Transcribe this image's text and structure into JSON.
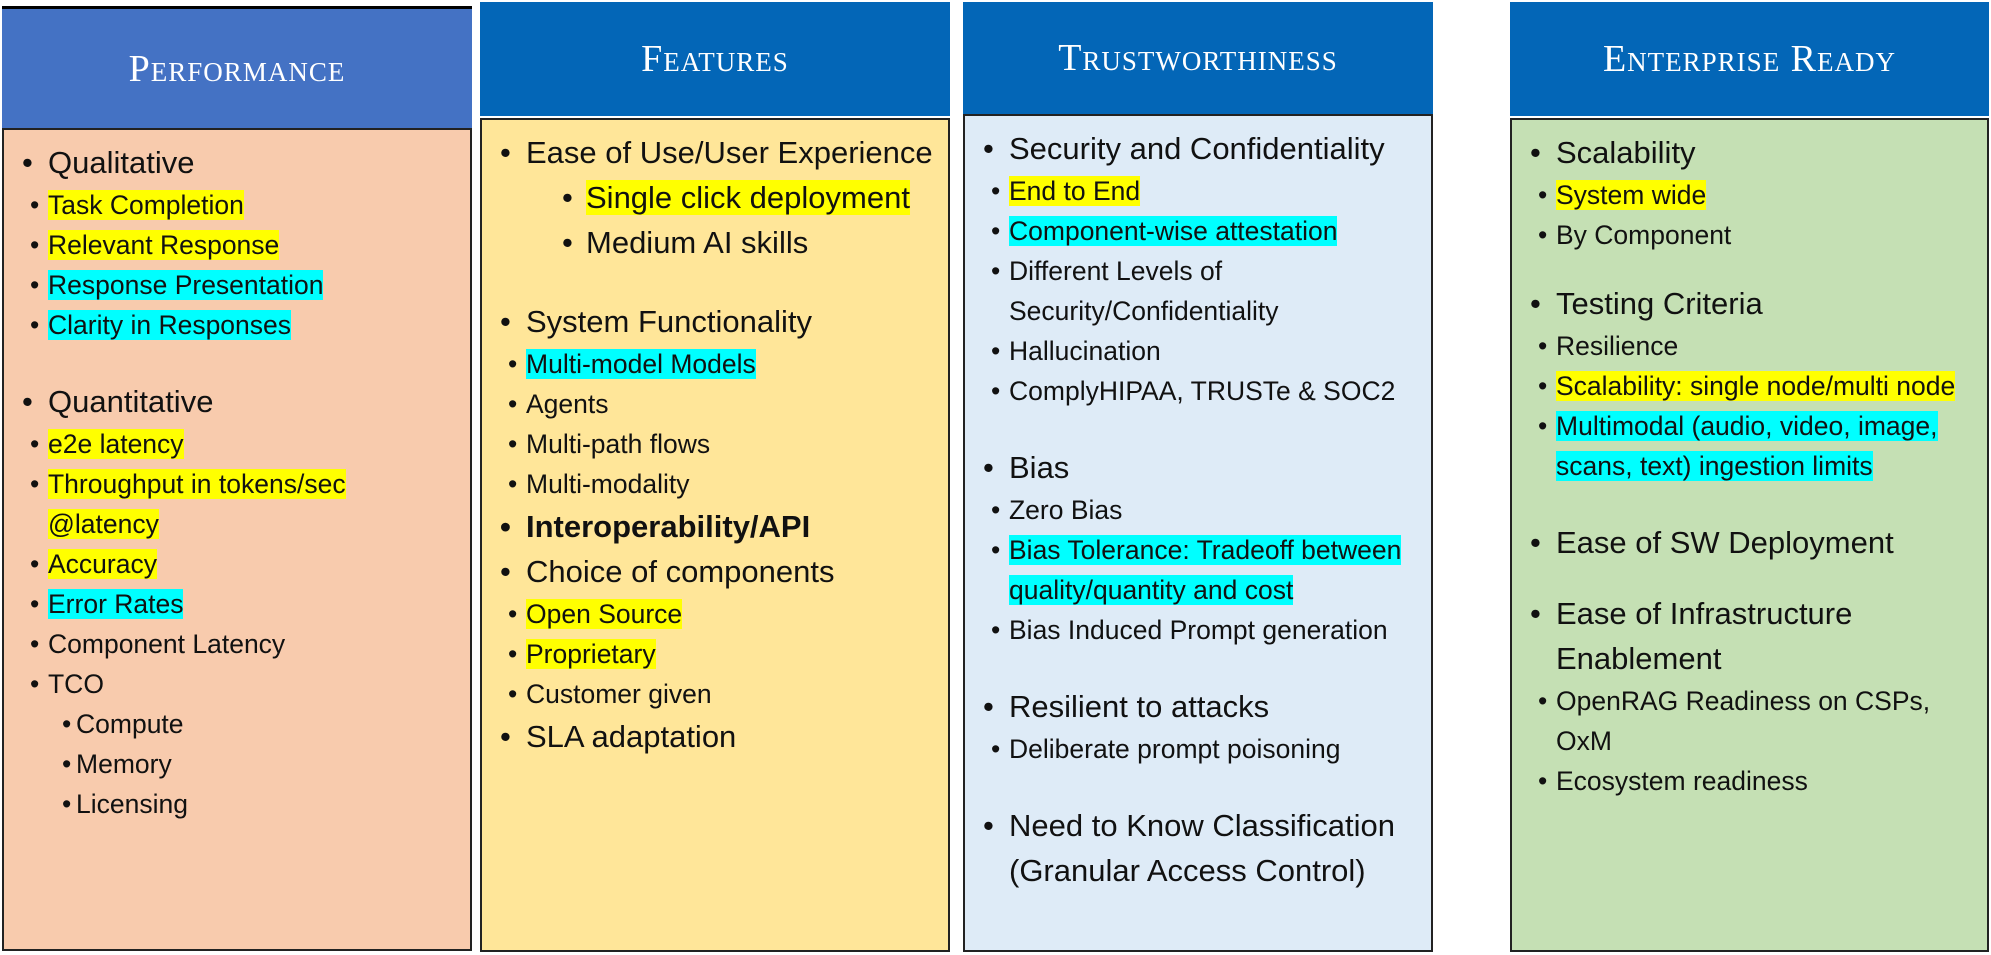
{
  "columns": [
    {
      "title": "Performance",
      "sections": [
        {
          "label": "Qualitative",
          "items": [
            {
              "text": "Task Completion",
              "hl": "yellow"
            },
            {
              "text": " Relevant Response",
              "hl": "yellow"
            },
            {
              "text": "Response  Presentation",
              "hl": "cyan"
            },
            {
              "text": "Clarity in Responses",
              "hl": "cyan"
            }
          ]
        },
        {
          "label": "Quantitative",
          "items": [
            {
              "text": "e2e latency",
              "hl": "yellow"
            },
            {
              "text": "Throughput in tokens/sec @latency",
              "hl": "yellow"
            },
            {
              "text": "Accuracy",
              "hl": "yellow"
            },
            {
              "text": "Error Rates",
              "hl": "cyan"
            },
            {
              "text": "Component  Latency",
              "hl": ""
            },
            {
              "text": "TCO",
              "hl": ""
            }
          ],
          "subitems": [
            "Compute",
            "Memory",
            "Licensing"
          ]
        }
      ]
    },
    {
      "title": "Features",
      "ease_label": "Ease of Use/User Experience",
      "ease_items": [
        {
          "text": "Single click deployment",
          "hl": "yellow"
        },
        {
          "text": "Medium AI skills",
          "hl": ""
        }
      ],
      "sysfunc_label": "System Functionality",
      "sysfunc_items": [
        {
          "text": "Multi-model Models",
          "hl": "cyan"
        },
        {
          "text": "Agents",
          "hl": ""
        },
        {
          "text": "Multi-path flows",
          "hl": ""
        },
        {
          "text": "Multi-modality",
          "hl": ""
        }
      ],
      "interop_label": "Interoperability/API",
      "choice_label": "Choice of components",
      "choice_items": [
        {
          "text": "Open Source",
          "hl": "yellow"
        },
        {
          "text": "Proprietary",
          "hl": "yellow"
        },
        {
          "text": "Customer given",
          "hl": ""
        }
      ],
      "sla_label": "SLA adaptation"
    },
    {
      "title": "Trustworthiness",
      "sections": [
        {
          "label": "Security and Confidentiality",
          "items": [
            {
              "text": "End to End",
              "hl": "yellow"
            },
            {
              "text": "Component-wise  attestation",
              "hl": "cyan"
            },
            {
              "text": "Different Levels of Security/Confidentiality",
              "hl": ""
            },
            {
              "text": "Hallucination",
              "hl": ""
            },
            {
              "text": "ComplyHIPAA, TRUSTe & SOC2",
              "hl": ""
            }
          ]
        },
        {
          "label": "Bias",
          "items": [
            {
              "text": "Zero Bias",
              "hl": ""
            },
            {
              "text": " Bias Tolerance:  Tradeoff between quality/quantity and cost",
              "hl": "cyan"
            },
            {
              "text": "Bias Induced Prompt  generation",
              "hl": ""
            }
          ]
        },
        {
          "label": "Resilient to attacks",
          "items": [
            {
              "text": "Deliberate prompt poisoning",
              "hl": ""
            }
          ]
        },
        {
          "label": "Need to Know Classification (Granular Access Control)",
          "items": []
        }
      ]
    },
    {
      "title": "Enterprise Ready",
      "sections": [
        {
          "label": "Scalability",
          "items": [
            {
              "text": "System wide",
              "hl": "yellow"
            },
            {
              "text": "By Component",
              "hl": ""
            }
          ]
        },
        {
          "label": "Testing Criteria",
          "items": [
            {
              "text": "Resilience",
              "hl": ""
            },
            {
              "text": "Scalability: single node/multi node",
              "hl": "yellow"
            },
            {
              "text": " Multimodal (audio, video, image, scans, text) ingestion limits",
              "hl": "cyan"
            }
          ]
        },
        {
          "label": "Ease of SW Deployment",
          "items": []
        },
        {
          "label": "Ease of Infrastructure Enablement",
          "items": [
            {
              "text": "OpenRAG Readiness on CSPs, OxM",
              "hl": ""
            },
            {
              "text": "Ecosystem readiness",
              "hl": ""
            }
          ]
        }
      ]
    }
  ]
}
